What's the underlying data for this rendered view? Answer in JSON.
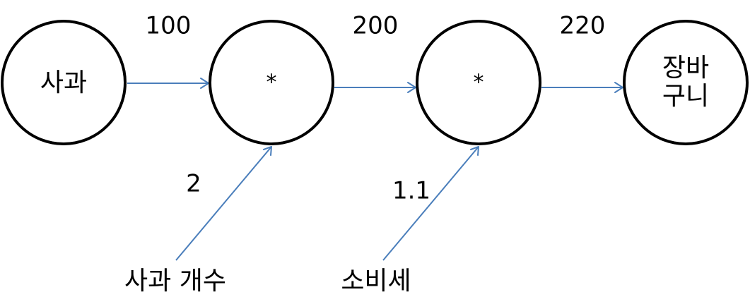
{
  "nodes": {
    "apple": {
      "label": "사과"
    },
    "multiply_1": {
      "label": "*"
    },
    "multiply_2": {
      "label": "*"
    },
    "basket": {
      "label_line1": "장바",
      "label_line2": "구니"
    }
  },
  "edge_values": {
    "apple_to_mul1": "100",
    "mul1_to_mul2": "200",
    "mul2_to_basket": "220",
    "count_to_mul1": "2",
    "tax_to_mul2": "1.1"
  },
  "inputs": {
    "apple_count": "사과 개수",
    "tax": "소비세"
  },
  "colors": {
    "arrow": "#4a7ebb",
    "node_stroke": "#000000"
  }
}
